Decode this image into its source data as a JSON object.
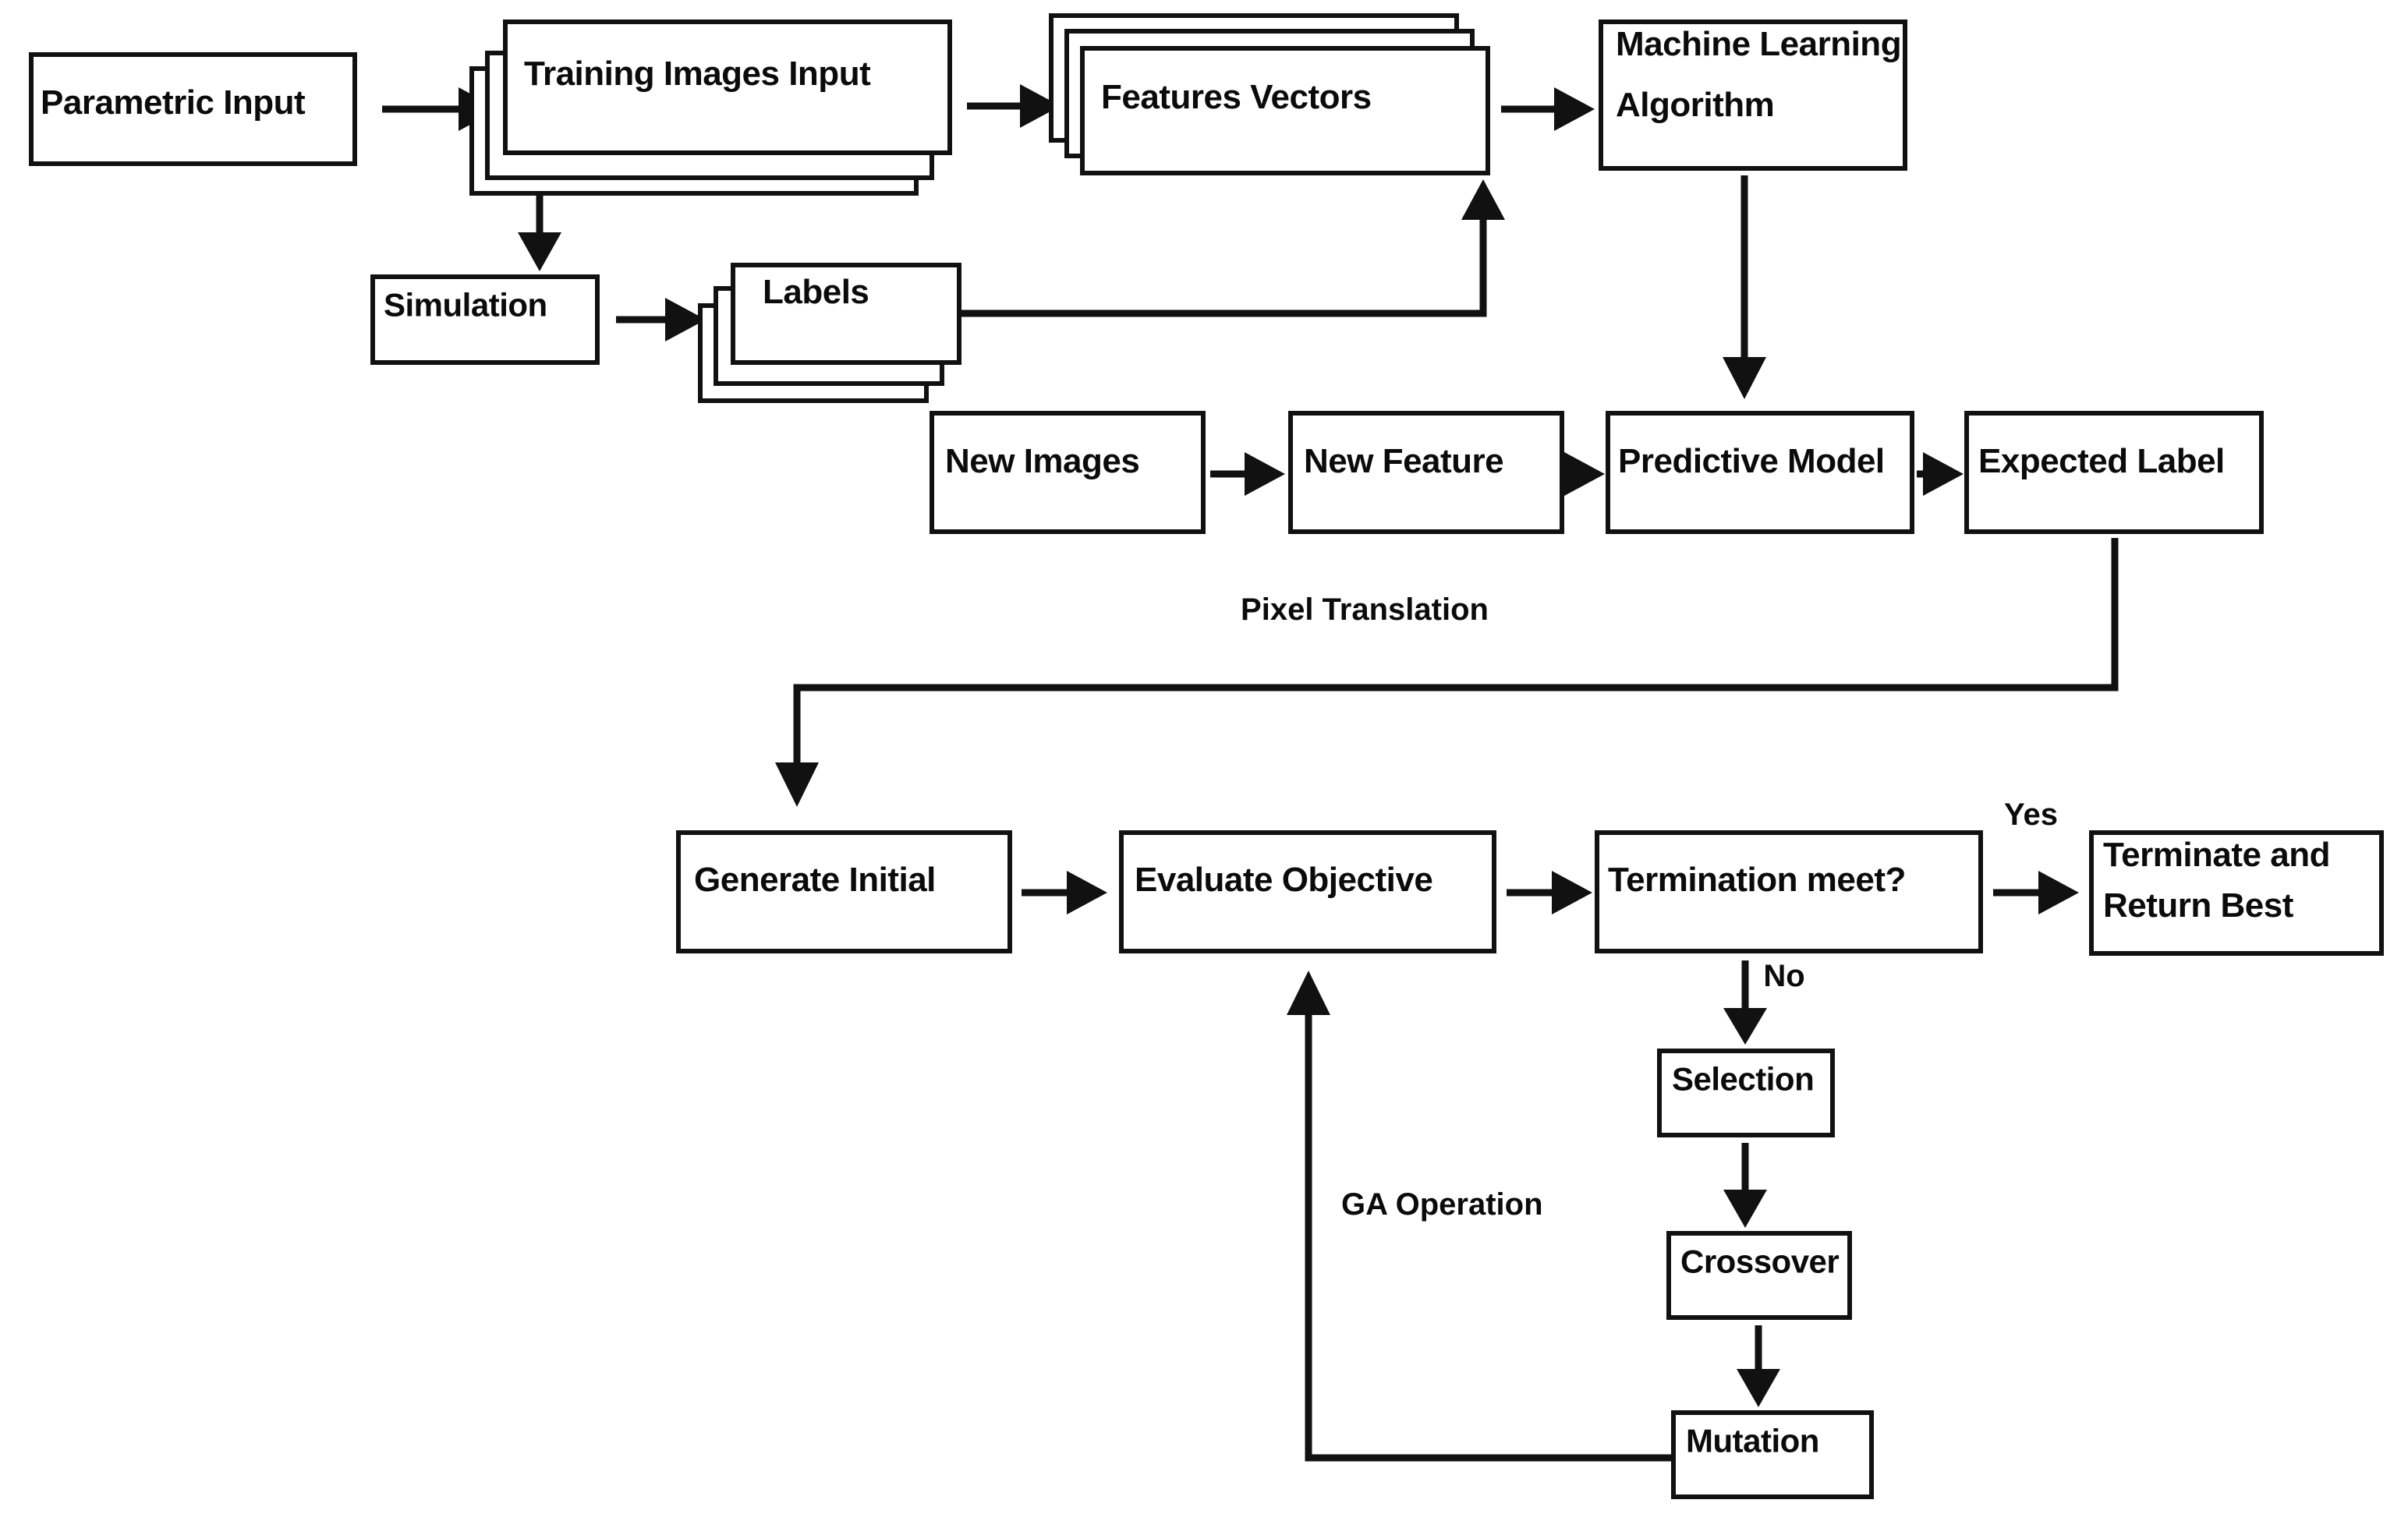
{
  "diagram": {
    "title": "Machine learning and genetic algorithm optimization flowchart",
    "colors": {
      "stroke": "#111111",
      "background": "#ffffff",
      "text": "#0b0b0b"
    },
    "nodes": {
      "parametric_input": "Parametric Input",
      "training_images_input": "Training Images Input",
      "features_vectors": "Features Vectors",
      "machine_learning_algorithm_line1": "Machine Learning",
      "machine_learning_algorithm_line2": "Algorithm",
      "simulation": "Simulation",
      "labels": "Labels",
      "new_images": "New Images",
      "new_feature": "New Feature",
      "predictive_model": "Predictive Model",
      "expected_label": "Expected Label",
      "generate_initial": "Generate Initial",
      "evaluate_objective": "Evaluate Objective",
      "termination_meet": "Termination meet?",
      "terminate_return_best_line1": "Terminate and",
      "terminate_return_best_line2": "Return Best",
      "selection": "Selection",
      "crossover": "Crossover",
      "mutation": "Mutation"
    },
    "edge_labels": {
      "pixel_translation": "Pixel Translation",
      "yes": "Yes",
      "no": "No",
      "ga_operation": "GA Operation"
    }
  }
}
